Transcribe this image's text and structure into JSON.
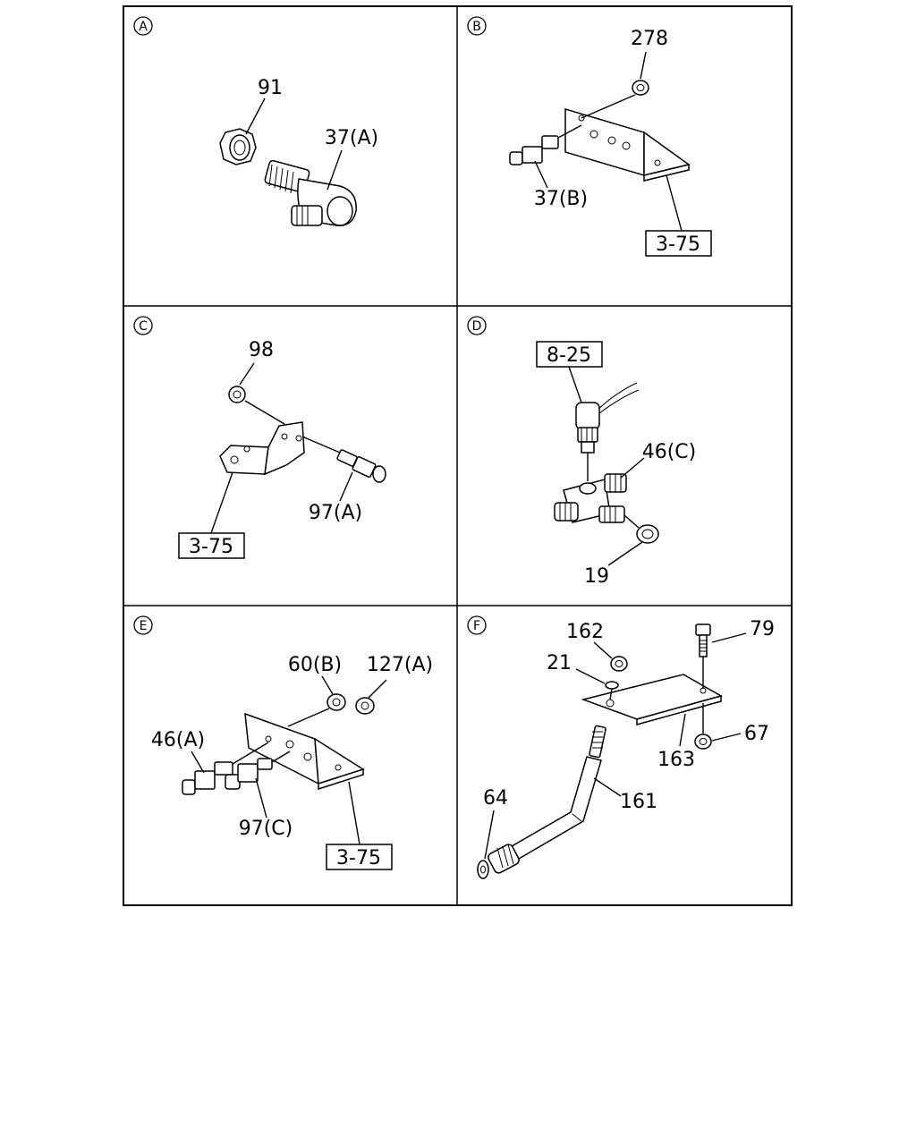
{
  "panels": [
    {
      "id": "A",
      "letter": "A",
      "labels": [
        "91",
        "37(A)"
      ],
      "refs": []
    },
    {
      "id": "B",
      "letter": "B",
      "labels": [
        "278",
        "37(B)"
      ],
      "refs": [
        "3-75"
      ]
    },
    {
      "id": "C",
      "letter": "C",
      "labels": [
        "98",
        "97(A)"
      ],
      "refs": [
        "3-75"
      ]
    },
    {
      "id": "D",
      "letter": "D",
      "labels": [
        "46(C)",
        "19"
      ],
      "refs": [
        "8-25"
      ]
    },
    {
      "id": "E",
      "letter": "E",
      "labels": [
        "60(B)",
        "127(A)",
        "46(A)",
        "97(C)"
      ],
      "refs": [
        "3-75"
      ]
    },
    {
      "id": "F",
      "letter": "F",
      "labels": [
        "162",
        "79",
        "21",
        "67",
        "163",
        "64",
        "161"
      ],
      "refs": []
    }
  ]
}
